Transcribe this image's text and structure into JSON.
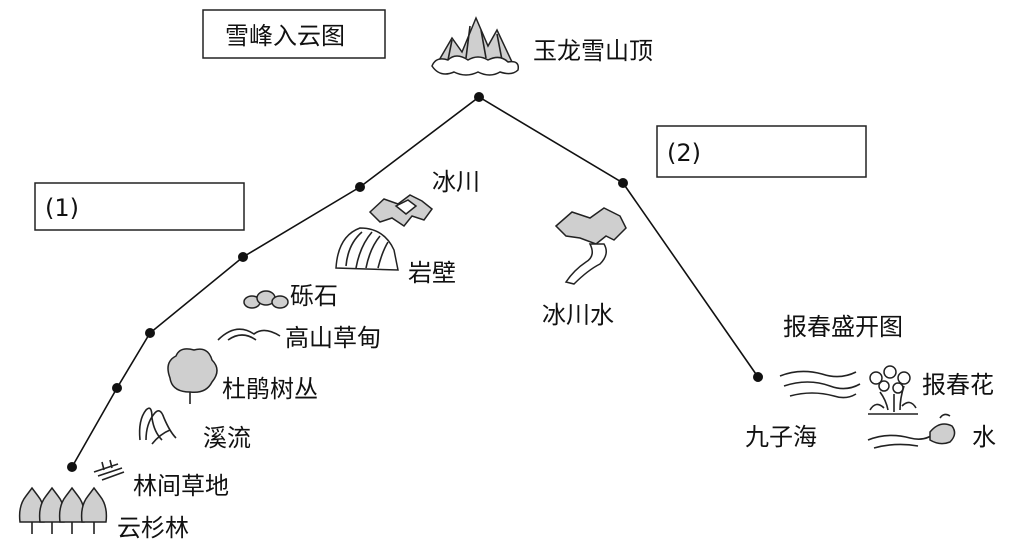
{
  "title_box": "雪峰入云图",
  "summit": "玉龙雪山顶",
  "blank_left": "(1)",
  "blank_right": "(2)",
  "left_slope": {
    "glacier": "冰川",
    "rock_wall": "岩壁",
    "gravel": "砾石",
    "alpine_meadow": "高山草甸",
    "azalea": "杜鹃树丛",
    "stream": "溪流",
    "forest_meadow": "林间草地",
    "spruce_forest": "云杉林"
  },
  "right_slope": {
    "meltwater": "冰川水",
    "spring_title": "报春盛开图",
    "primrose": "报春花",
    "lake": "九子海",
    "water": "水"
  }
}
